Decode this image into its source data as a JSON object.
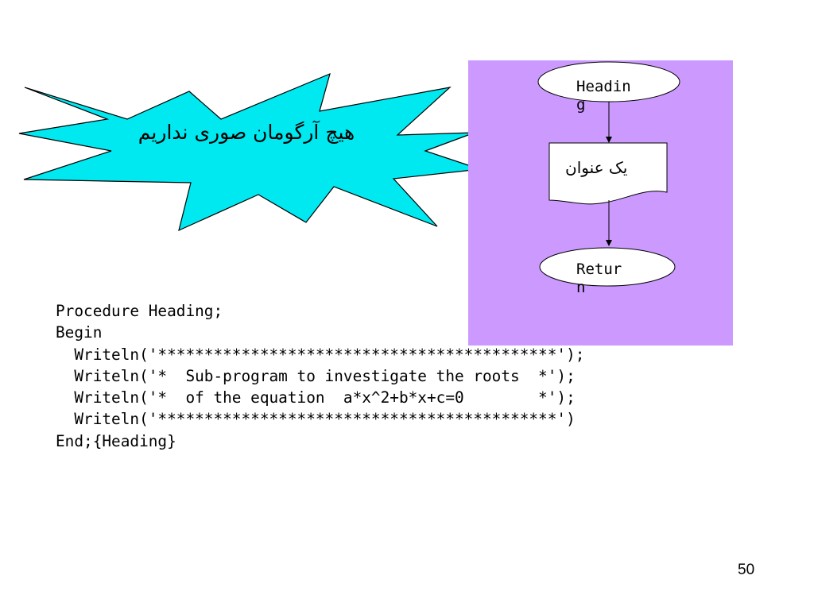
{
  "colors": {
    "burst_fill": "#00e8f0",
    "panel_fill": "#cc99ff",
    "shape_fill": "#ffffff",
    "stroke": "#000000"
  },
  "callout": {
    "text": "هیچ آرگومان صوری نداریم"
  },
  "flowchart": {
    "start_label_line1": "Headin",
    "start_label_line2": "g",
    "document_label": "یک عنوان",
    "end_label_line1": "Retur",
    "end_label_line2": "n"
  },
  "code": {
    "lines": [
      "Procedure Heading;",
      "Begin",
      "  Writeln('*******************************************');",
      "  Writeln('*  Sub-program to investigate the roots  *');",
      "  Writeln('*  of the equation  a*x^2+b*x+c=0        *');",
      "  Writeln('*******************************************')",
      "End;{Heading}"
    ]
  },
  "page_number": "50"
}
